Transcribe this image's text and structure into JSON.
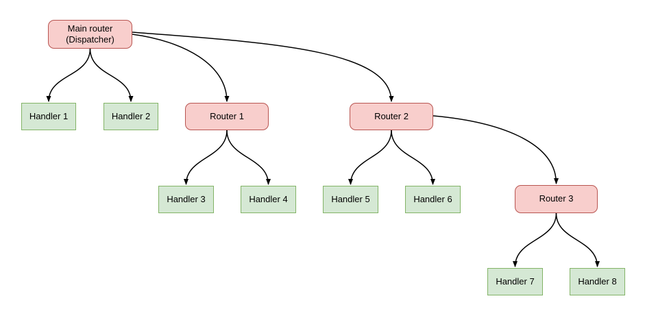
{
  "diagram": {
    "type": "tree-flowchart",
    "colors": {
      "router_fill": "#f8cecc",
      "router_border": "#b85450",
      "handler_fill": "#d5e8d4",
      "handler_border": "#82b366",
      "edge": "#000000",
      "background": "#ffffff"
    },
    "nodes": {
      "main_router": {
        "label": "Main router\n(Dispatcher)",
        "type": "router"
      },
      "router_1": {
        "label": "Router 1",
        "type": "router"
      },
      "router_2": {
        "label": "Router 2",
        "type": "router"
      },
      "router_3": {
        "label": "Router 3",
        "type": "router"
      },
      "handler_1": {
        "label": "Handler 1",
        "type": "handler"
      },
      "handler_2": {
        "label": "Handler 2",
        "type": "handler"
      },
      "handler_3": {
        "label": "Handler 3",
        "type": "handler"
      },
      "handler_4": {
        "label": "Handler 4",
        "type": "handler"
      },
      "handler_5": {
        "label": "Handler 5",
        "type": "handler"
      },
      "handler_6": {
        "label": "Handler 6",
        "type": "handler"
      },
      "handler_7": {
        "label": "Handler 7",
        "type": "handler"
      },
      "handler_8": {
        "label": "Handler 8",
        "type": "handler"
      }
    },
    "edges": [
      {
        "from": "main_router",
        "to": "handler_1"
      },
      {
        "from": "main_router",
        "to": "handler_2"
      },
      {
        "from": "main_router",
        "to": "router_1"
      },
      {
        "from": "main_router",
        "to": "router_2"
      },
      {
        "from": "router_1",
        "to": "handler_3"
      },
      {
        "from": "router_1",
        "to": "handler_4"
      },
      {
        "from": "router_2",
        "to": "handler_5"
      },
      {
        "from": "router_2",
        "to": "handler_6"
      },
      {
        "from": "router_2",
        "to": "router_3"
      },
      {
        "from": "router_3",
        "to": "handler_7"
      },
      {
        "from": "router_3",
        "to": "handler_8"
      }
    ]
  }
}
